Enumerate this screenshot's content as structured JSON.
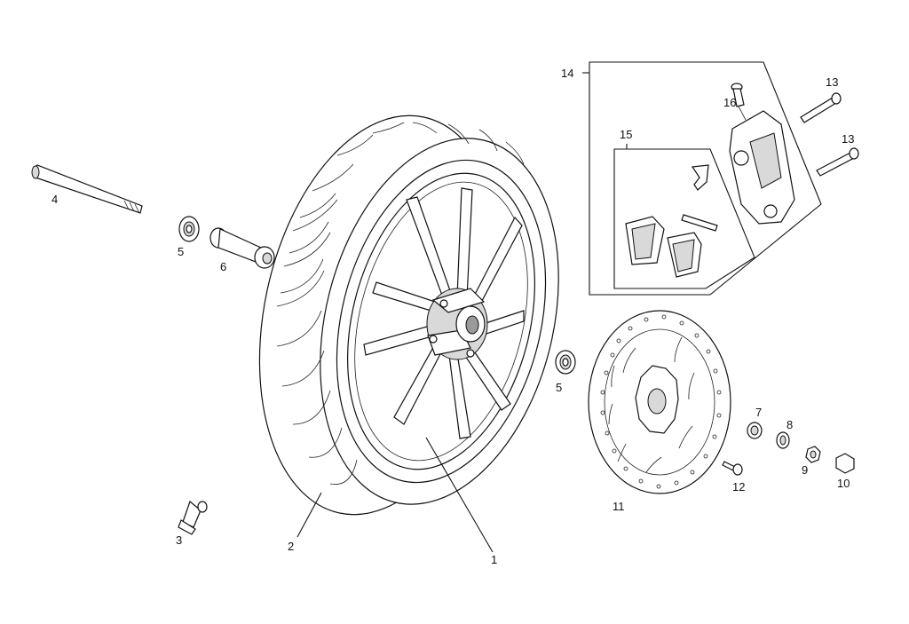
{
  "labels": {
    "l1": "1",
    "l2": "2",
    "l3": "3",
    "l4": "4",
    "l5a": "5",
    "l5b": "5",
    "l6": "6",
    "l7": "7",
    "l8": "8",
    "l9": "9",
    "l10": "10",
    "l11": "11",
    "l12": "12",
    "l13a": "13",
    "l13b": "13",
    "l14": "14",
    "l15": "15",
    "l16": "16"
  }
}
